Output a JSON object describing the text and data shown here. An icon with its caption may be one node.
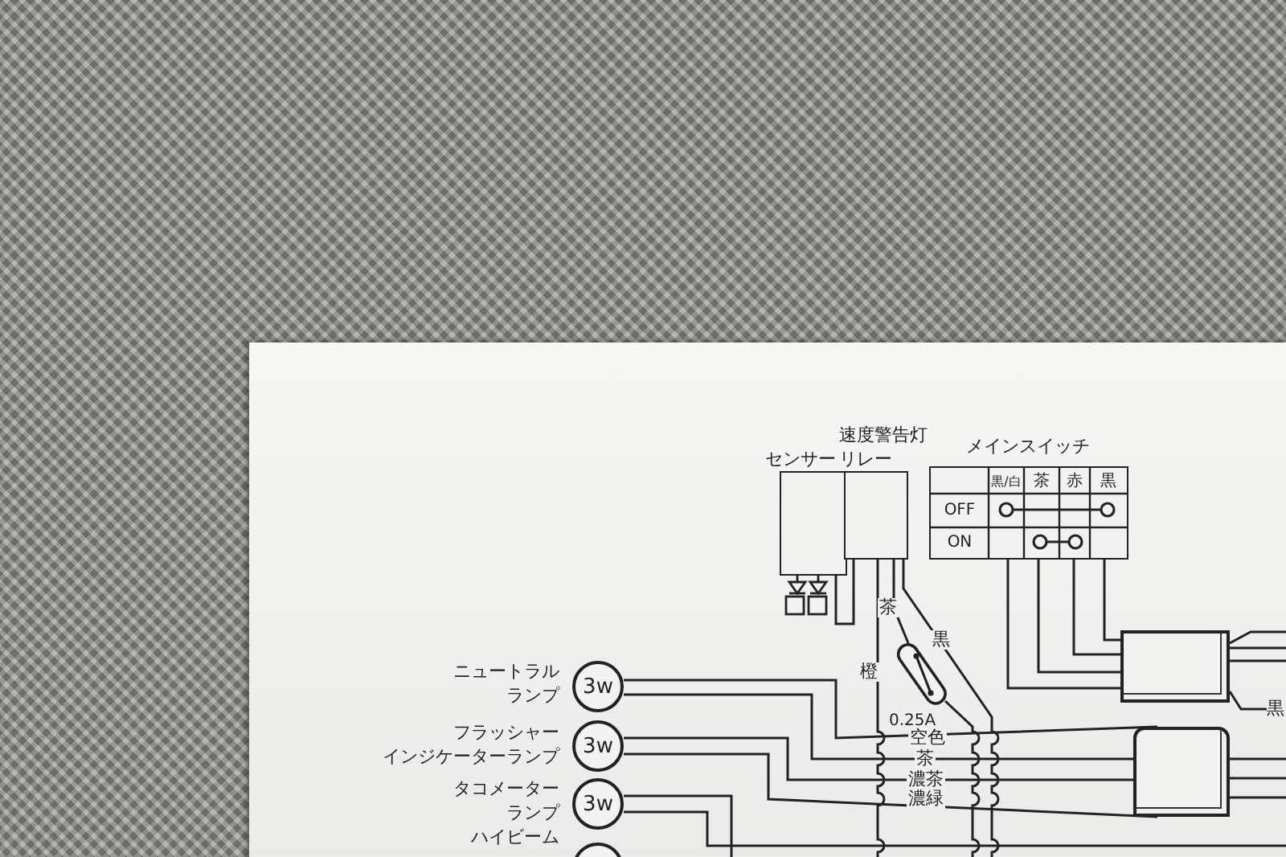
{
  "diagram": {
    "nodes": [
      {
        "text": [
          "センサー"
        ]
      },
      {
        "text": [
          "速度警告灯リレー"
        ]
      },
      {
        "text": [
          "メインスイッチ"
        ]
      },
      {
        "text": [
          "3w"
        ],
        "beside": [
          "ニュートラルランプ"
        ]
      },
      {
        "text": [
          "3w"
        ],
        "beside": [
          "フラッシャー",
          "インジケーターランプ"
        ]
      },
      {
        "text": [
          "3w"
        ],
        "beside": [
          "タコメーターランプ"
        ]
      },
      {
        "text": [],
        "shape": "circle",
        "beside": [
          "ハイビーム"
        ]
      },
      {
        "text": [],
        "shape": "fuse",
        "beside": [
          "0.25A"
        ]
      },
      {
        "text": [],
        "shape": "box"
      },
      {
        "text": [],
        "shape": "box"
      },
      {
        "text": [
          "黒"
        ]
      }
    ],
    "edges": [
      {
        "from": 0,
        "to": 1,
        "arrow": "none"
      },
      {
        "from": 1,
        "to": 7,
        "arrow": "none",
        "label": "茶"
      },
      {
        "from": 1,
        "to": null,
        "arrow": "none",
        "label": "黒"
      },
      {
        "from": 1,
        "to": null,
        "arrow": "none",
        "label": "橙"
      },
      {
        "from": 7,
        "to": null,
        "arrow": "none"
      },
      {
        "from": 3,
        "to": 9,
        "arrow": "none",
        "label": "空色"
      },
      {
        "from": 3,
        "to": 9,
        "arrow": "none",
        "label": "茶"
      },
      {
        "from": 4,
        "to": 9,
        "arrow": "none",
        "label": "濃茶"
      },
      {
        "from": 4,
        "to": 9,
        "arrow": "none",
        "label": "濃緑"
      },
      {
        "from": 5,
        "to": null,
        "arrow": "none"
      },
      {
        "from": 5,
        "to": null,
        "arrow": "none"
      },
      {
        "from": 2,
        "to": 8,
        "arrow": "none"
      },
      {
        "from": 2,
        "to": 8,
        "arrow": "none"
      },
      {
        "from": 2,
        "to": 8,
        "arrow": "none"
      },
      {
        "from": 2,
        "to": 8,
        "arrow": "none"
      },
      {
        "from": 8,
        "to": null,
        "arrow": "none"
      },
      {
        "from": 8,
        "to": null,
        "arrow": "none"
      },
      {
        "from": 8,
        "to": null,
        "arrow": "none"
      },
      {
        "from": 8,
        "to": 10,
        "arrow": "none"
      },
      {
        "from": 9,
        "to": null,
        "arrow": "none"
      },
      {
        "from": 9,
        "to": null,
        "arrow": "none"
      },
      {
        "from": 9,
        "to": null,
        "arrow": "none"
      }
    ],
    "labels": [
      "黒/白",
      "茶",
      "赤",
      "黒",
      "OFF",
      "ON"
    ]
  }
}
